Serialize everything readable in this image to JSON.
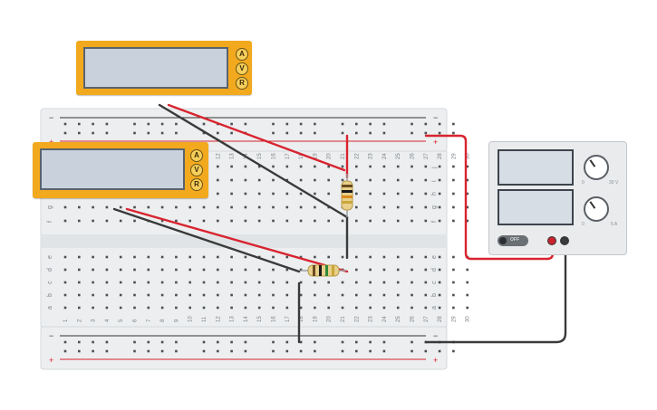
{
  "breadboard": {
    "columns": [
      "1",
      "2",
      "3",
      "4",
      "5",
      "6",
      "7",
      "8",
      "9",
      "10",
      "11",
      "12",
      "13",
      "14",
      "15",
      "16",
      "17",
      "18",
      "19",
      "20",
      "21",
      "22",
      "23",
      "24",
      "25",
      "26",
      "27",
      "28",
      "29",
      "30"
    ],
    "rows_top": [
      "j",
      "i",
      "h",
      "g",
      "f"
    ],
    "rows_bottom": [
      "e",
      "d",
      "c",
      "b",
      "a"
    ],
    "rail_minus": "−",
    "rail_plus": "+"
  },
  "meters": [
    {
      "buttons": [
        "A",
        "V",
        "R"
      ]
    },
    {
      "buttons": [
        "A",
        "V",
        "R"
      ]
    }
  ],
  "power_supply": {
    "toggle_label": "OFF",
    "voltage_knob_label": "30 V",
    "current_knob_label": "5 A",
    "voltage_min_label": "0",
    "current_min_label": "0"
  },
  "colors": {
    "meter_body": "#f2a91e",
    "wire_red": "#d8242f",
    "wire_black": "#3a3a3a",
    "breadboard": "#eceeef"
  }
}
